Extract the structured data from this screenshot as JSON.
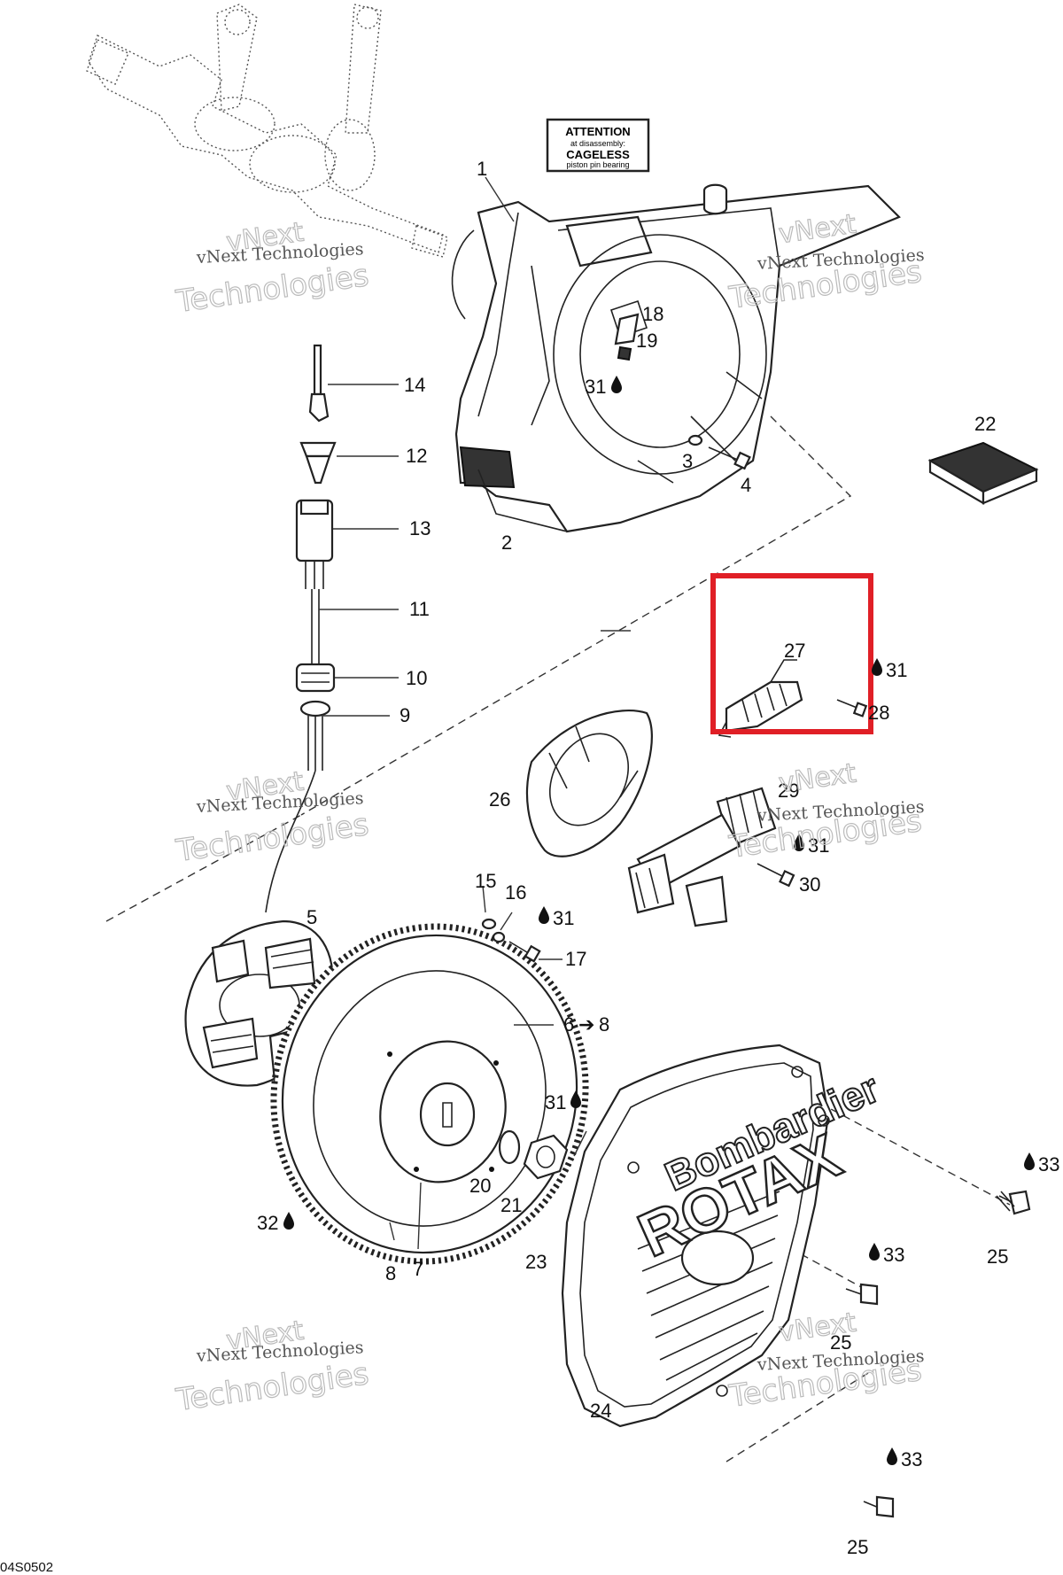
{
  "attention_label": {
    "line1": "ATTENTION",
    "line2": "at disassembly:",
    "line3": "CAGELESS",
    "line4": "piston pin bearing"
  },
  "brand_cover": {
    "line1": "Bombardier",
    "line2": "ROTAX"
  },
  "watermark": {
    "small": "vNext Technologies",
    "large_1": "vNext",
    "large_2": "Technologies"
  },
  "drawing_code": "04S0502",
  "highlight": {
    "color": "#e01f26",
    "target_part": "27"
  },
  "callouts": {
    "c1": "1",
    "c2": "2",
    "c3": "3",
    "c4": "4",
    "c5": "5",
    "c6": "6",
    "c6_arrow": "➔",
    "c6_to": "8",
    "c7": "7",
    "c8": "8",
    "c9": "9",
    "c10": "10",
    "c11": "11",
    "c12": "12",
    "c13": "13",
    "c14": "14",
    "c15": "15",
    "c16": "16",
    "c17": "17",
    "c18": "18",
    "c19": "19",
    "c20": "20",
    "c21": "21",
    "c22": "22",
    "c23": "23",
    "c24": "24",
    "c25a": "25",
    "c25b": "25",
    "c25c": "25",
    "c26": "26",
    "c27": "27",
    "c28": "28",
    "c29": "29",
    "c30": "30",
    "c31_a": "31",
    "c31_b": "31",
    "c31_c": "31",
    "c31_d": "31",
    "c31_e": "31",
    "c32": "32",
    "c33_a": "33",
    "c33_b": "33",
    "c33_c": "33"
  }
}
